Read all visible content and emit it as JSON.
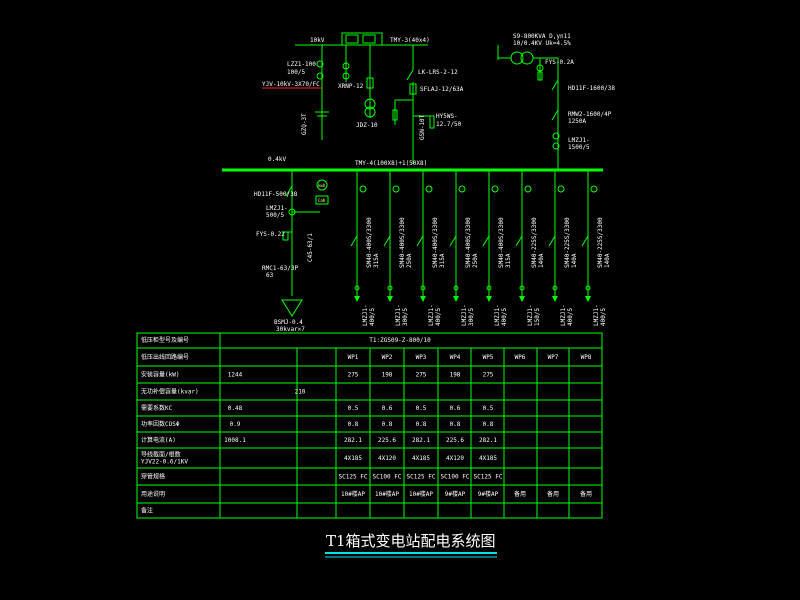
{
  "diagram": {
    "title": "T1箱式变电站配电系统图",
    "hv": {
      "bus_label": "10kV",
      "bus_spec": "TMY-3(40x4)",
      "ct_label": "LZZ1-100\n100/5",
      "cable_label": "YJV-10kV-3X70/FC",
      "fuse_label": "XRNP-12",
      "pt_label": "JDZ-10",
      "arrester_label": "GZQ-3T",
      "loadswitch_label": "LK-LRS-2-12",
      "fuse2_label": "SFLAJ-12/63A",
      "arrester2_label": "HY5WS-\n12.7/50",
      "arrester3_label": "GSN-10T"
    },
    "transformer": {
      "label": "S9-800KVA D,yn11\n10/0.4KV Uk=4.5%",
      "arrester_label": "FYS-0.2A",
      "breaker_label": "HD11F-1600/38",
      "main_breaker_label": "RMW2-1600/4P\n1250A",
      "ct_label": "LMZJ1-\n1500/5"
    },
    "lv": {
      "bus_label": "0.4kV",
      "bus_spec": "TMY-4(100X8)+1(50X8)",
      "kwh_label": "kwh",
      "kvar_label": "CaK",
      "cap_breaker": "HD11F-500/38",
      "cap_ct": "LMZJ1-\n500/5",
      "cap_arrester": "FYS-0.22",
      "cap_fuse": "C45-63/1",
      "cap_contactor": "RMC1-63/3P\n63",
      "cap_bank": "BSMJ-0.4\n30kvar×7",
      "feeders": [
        {
          "breaker": "SM40-400S/3300\n315A",
          "ct": "LMZJ1-\n400/5"
        },
        {
          "breaker": "SM40-400S/3300\n250A",
          "ct": "LMZJ1-\n300/5"
        },
        {
          "breaker": "SM40-400S/3300\n315A",
          "ct": "LMZJ1-\n400/5"
        },
        {
          "breaker": "SM40-400S/3300\n250A",
          "ct": "LMZJ1-\n300/5"
        },
        {
          "breaker": "SM40-400S/3300\n315A",
          "ct": "LMZJ1-\n400/5"
        },
        {
          "breaker": "SM40-225S/3300\n140A",
          "ct": "LMZJ1-\n150/5"
        },
        {
          "breaker": "SM40-225S/3300\n140A",
          "ct": "LMZJ1-\n400/5"
        },
        {
          "breaker": "SM40-225S/3300\n140A",
          "ct": "LMZJ1-\n400/5"
        }
      ]
    }
  },
  "table": {
    "header_label": "低压柜型号及编号",
    "header_value": "T1:ZGS09-Z-800/10",
    "rows": [
      {
        "label": "低压出线回路编号",
        "cells": [
          "",
          "",
          "",
          "WP1",
          "WP2",
          "WP3",
          "WP4",
          "WP5",
          "WP6",
          "WP7",
          "WP8"
        ]
      },
      {
        "label": "安装容量(kW)",
        "cells": [
          "1244",
          "",
          "",
          "275",
          "198",
          "275",
          "198",
          "275",
          "",
          "",
          ""
        ]
      },
      {
        "label": "无功补偿容量(kvar)",
        "cells": [
          "",
          "210",
          "",
          "",
          "",
          "",
          "",
          "",
          "",
          "",
          ""
        ]
      },
      {
        "label": "需要系数KC",
        "cells": [
          "0.48",
          "",
          "",
          "0.5",
          "0.6",
          "0.5",
          "0.6",
          "0.5",
          "",
          "",
          ""
        ]
      },
      {
        "label": "功率因数COSΦ",
        "cells": [
          "0.9",
          "",
          "",
          "0.8",
          "0.8",
          "0.8",
          "0.8",
          "0.8",
          "",
          "",
          ""
        ]
      },
      {
        "label": "计算电流(A)",
        "cells": [
          "1008.1",
          "",
          "",
          "282.1",
          "225.6",
          "282.1",
          "225.6",
          "282.1",
          "",
          "",
          ""
        ]
      },
      {
        "label": "导线截面/根数\nYJV22-0.6/1KV",
        "cells": [
          "",
          "",
          "",
          "4X185",
          "4X120",
          "4X185",
          "4X120",
          "4X185",
          "",
          "",
          ""
        ]
      },
      {
        "label": "穿管规格",
        "cells": [
          "",
          "",
          "",
          "SC125 FC",
          "SC100 FC",
          "SC125 FC",
          "SC100 FC",
          "SC125 FC",
          "",
          "",
          ""
        ]
      },
      {
        "label": "用途说明",
        "cells": [
          "",
          "",
          "",
          "10#楼AP",
          "10#楼AP",
          "10#楼AP",
          "9#楼AP",
          "9#楼AP",
          "备用",
          "备用",
          "备用"
        ]
      },
      {
        "label": "备注",
        "cells": [
          "",
          "",
          "",
          "",
          "",
          "",
          "",
          "",
          "",
          "",
          ""
        ]
      }
    ]
  },
  "colors": {
    "background": "#000000",
    "line": "#00ff00",
    "text": "#ffffff",
    "accent_red": "#ff2222",
    "title_underline": "#00e5e5"
  }
}
